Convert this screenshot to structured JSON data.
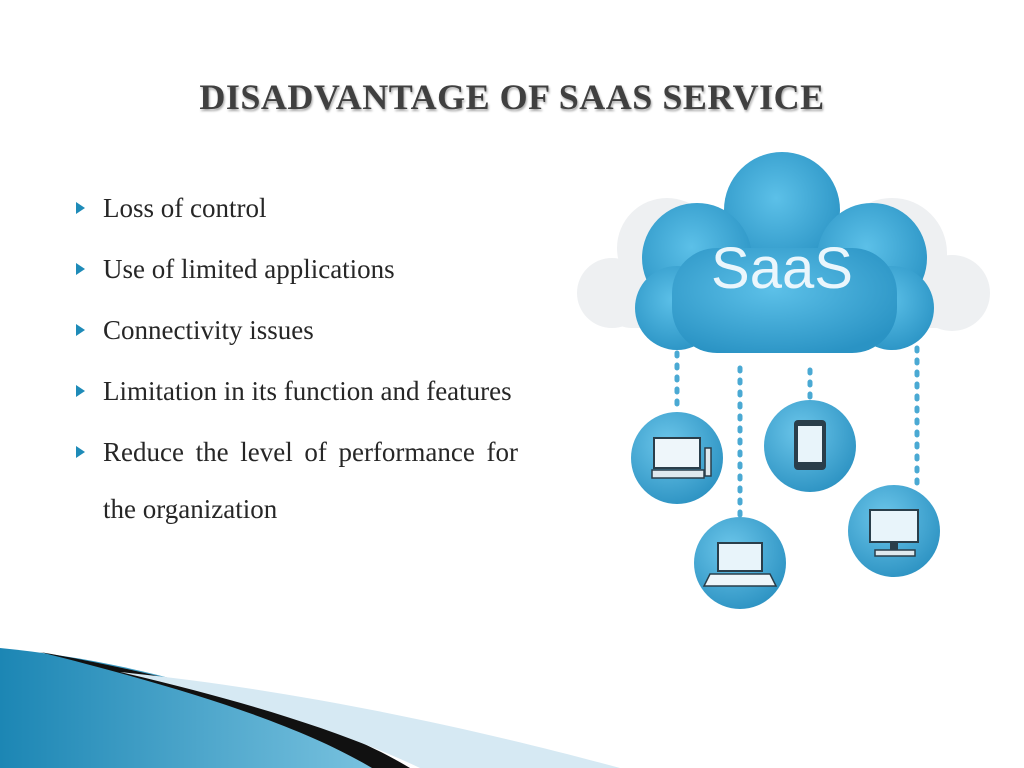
{
  "slide": {
    "title": "DISADVANTAGE OF SAAS SERVICE",
    "bullets": [
      "Loss of control",
      "Use of limited applications",
      "Connectivity issues",
      "Limitation in its function and features",
      "Reduce the level of performance for the organization"
    ],
    "illustration": {
      "cloud_label": "SaaS",
      "icons": [
        "desktop-computer-icon",
        "tablet-icon",
        "laptop-icon",
        "monitor-icon"
      ]
    }
  },
  "colors": {
    "accent": "#1e8bb8",
    "cloud": "#3fa9d6",
    "title": "#404040",
    "text": "#262626"
  }
}
